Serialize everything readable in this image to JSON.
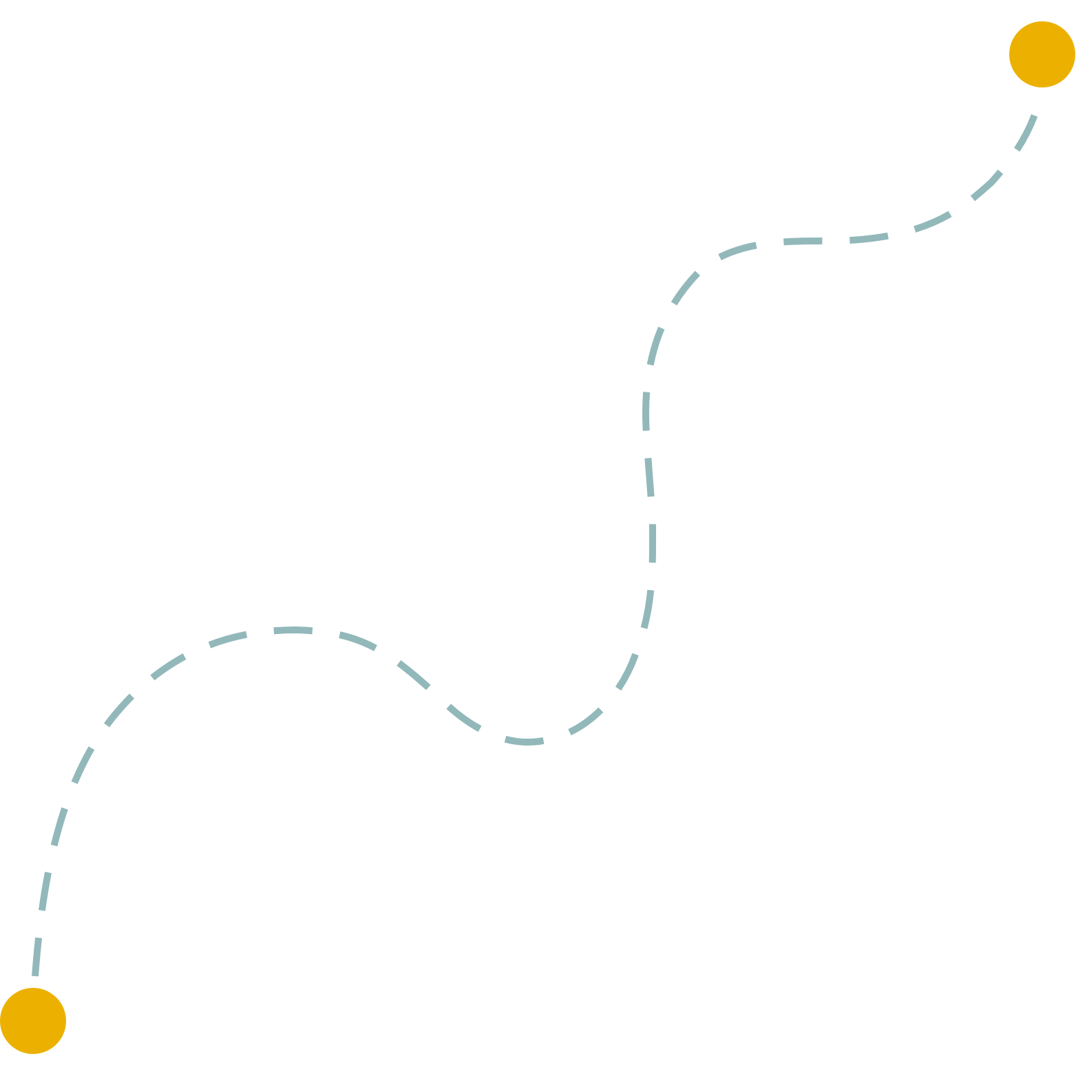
{
  "illustration": {
    "path_color": "#92B8BA",
    "marker_color": "#ECB100",
    "background_color": "#FFFFFF",
    "path_style": "dashed",
    "markers": [
      {
        "name": "start-point-marker"
      },
      {
        "name": "end-point-marker"
      }
    ]
  }
}
